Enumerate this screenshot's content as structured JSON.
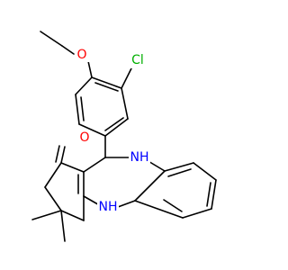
{
  "molecule": {
    "atoms": {
      "oxygen_ether": {
        "label": "O",
        "color": "#ff0000"
      },
      "chlorine": {
        "label": "Cl",
        "color": "#00b000"
      },
      "oxygen_ketone": {
        "label": "O",
        "color": "#ff0000"
      },
      "nh_top": {
        "label": "NH",
        "color": "#0000ff"
      },
      "nh_bottom": {
        "label": "NH",
        "color": "#0000ff"
      }
    }
  }
}
